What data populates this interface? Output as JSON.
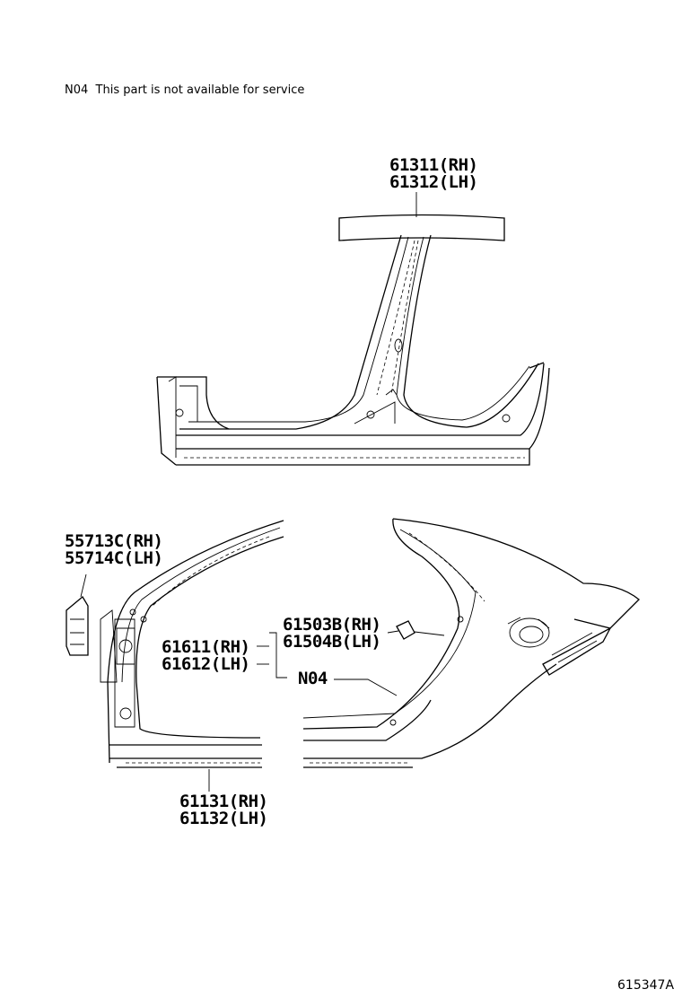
{
  "note": {
    "code": "N04",
    "text": "This part is not available for service"
  },
  "figure_id": "615347A",
  "callouts": {
    "pillar_rh": "61311(RH)",
    "pillar_lh": "61312(LH)",
    "front_rh": "55713C(RH)",
    "front_lh": "55714C(LH)",
    "pillar_inner_rh": "61611(RH)",
    "pillar_inner_lh": "61612(LH)",
    "clip_rh": "61503B(RH)",
    "clip_lh": "61504B(LH)",
    "n04_label": "N04",
    "rocker_rh": "61131(RH)",
    "rocker_lh": "61132(LH)"
  }
}
